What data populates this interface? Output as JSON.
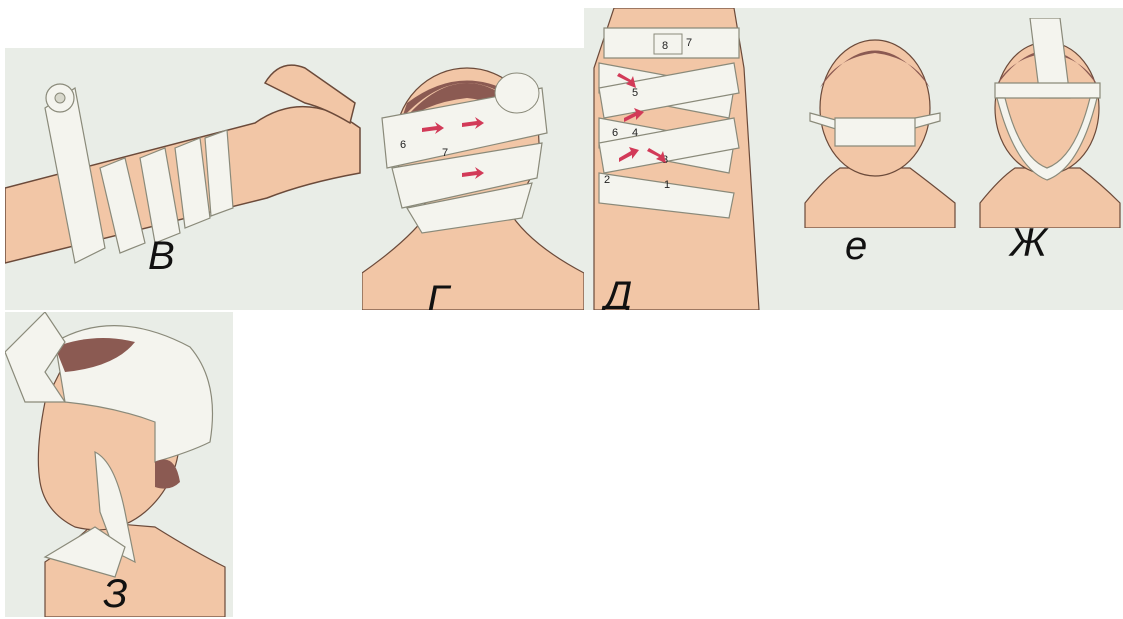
{
  "panels": {
    "arm": {
      "label": "В"
    },
    "head_back": {
      "label": "Г",
      "numbers": [
        "6",
        "7"
      ]
    },
    "thigh": {
      "label": "Д",
      "numbers": [
        "8",
        "7",
        "5",
        "6",
        "4",
        "3",
        "2",
        "1"
      ]
    },
    "nose": {
      "label": "е"
    },
    "chin": {
      "label": "Ж"
    },
    "scarf": {
      "label": "З"
    }
  },
  "colors": {
    "panel_bg": "#e9ede7",
    "skin": "#f2c6a6",
    "hair": "#8b5a52",
    "bandage": "#f4f4ee",
    "arrow": "#d23a58"
  }
}
